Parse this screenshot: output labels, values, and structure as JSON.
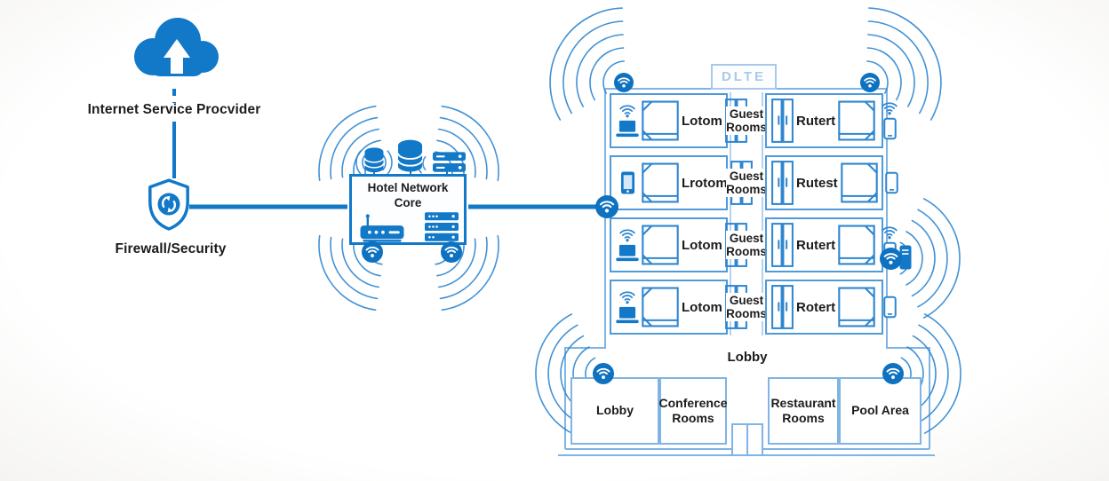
{
  "colors": {
    "accent_blue": "#1278c8",
    "icon_stroke_blue": "#2e86d0",
    "building_outline": "#7fb4e4",
    "room_border": "#4f9ad9",
    "sign_text": "#a9c9ec",
    "text": "#1c1c1c"
  },
  "isp": {
    "label": "Internet Service Procvider"
  },
  "firewall": {
    "label": "Firewall/Security"
  },
  "core": {
    "title": "Hotel Network Core"
  },
  "building": {
    "sign": "DLTE",
    "hall_label": "Lobby",
    "floors": [
      {
        "left": "Lotom",
        "corridor": "Guest Rooms",
        "right": "Rutert"
      },
      {
        "left": "Lrotom",
        "corridor": "Guest Rooms",
        "right": "Rutest"
      },
      {
        "left": "Lotom",
        "corridor": "Guest Rooms",
        "right": "Rutert"
      },
      {
        "left": "Lotom",
        "corridor": "Guest Rooms",
        "right": "Rotert"
      }
    ],
    "base_rooms": {
      "lobby": "Lobby",
      "conference": "Conference Rooms",
      "restaurant": "Restaurant Rooms",
      "pool": "Pool Area"
    }
  },
  "icons": {
    "internet-cloud-icon": "blue cloud with white up arrow",
    "firewall-shield-icon": "outlined shield with sync arrows circle",
    "wifi-ap-icon": "solid blue circle with white wifi arcs",
    "wifi-signal-icon": "blue wifi arcs with dot",
    "router-icon": "blue wireless router with antenna",
    "server-rack-icon": "stacked blue server bars",
    "database-icon": "blue cylinder with white bands",
    "laptop-icon": "solid blue laptop",
    "phone-icon": "smartphone outline",
    "bed-icon": "bed plan-view square with pillow folds",
    "wardrobe-icon": "double-door wardrobe plan-view"
  }
}
